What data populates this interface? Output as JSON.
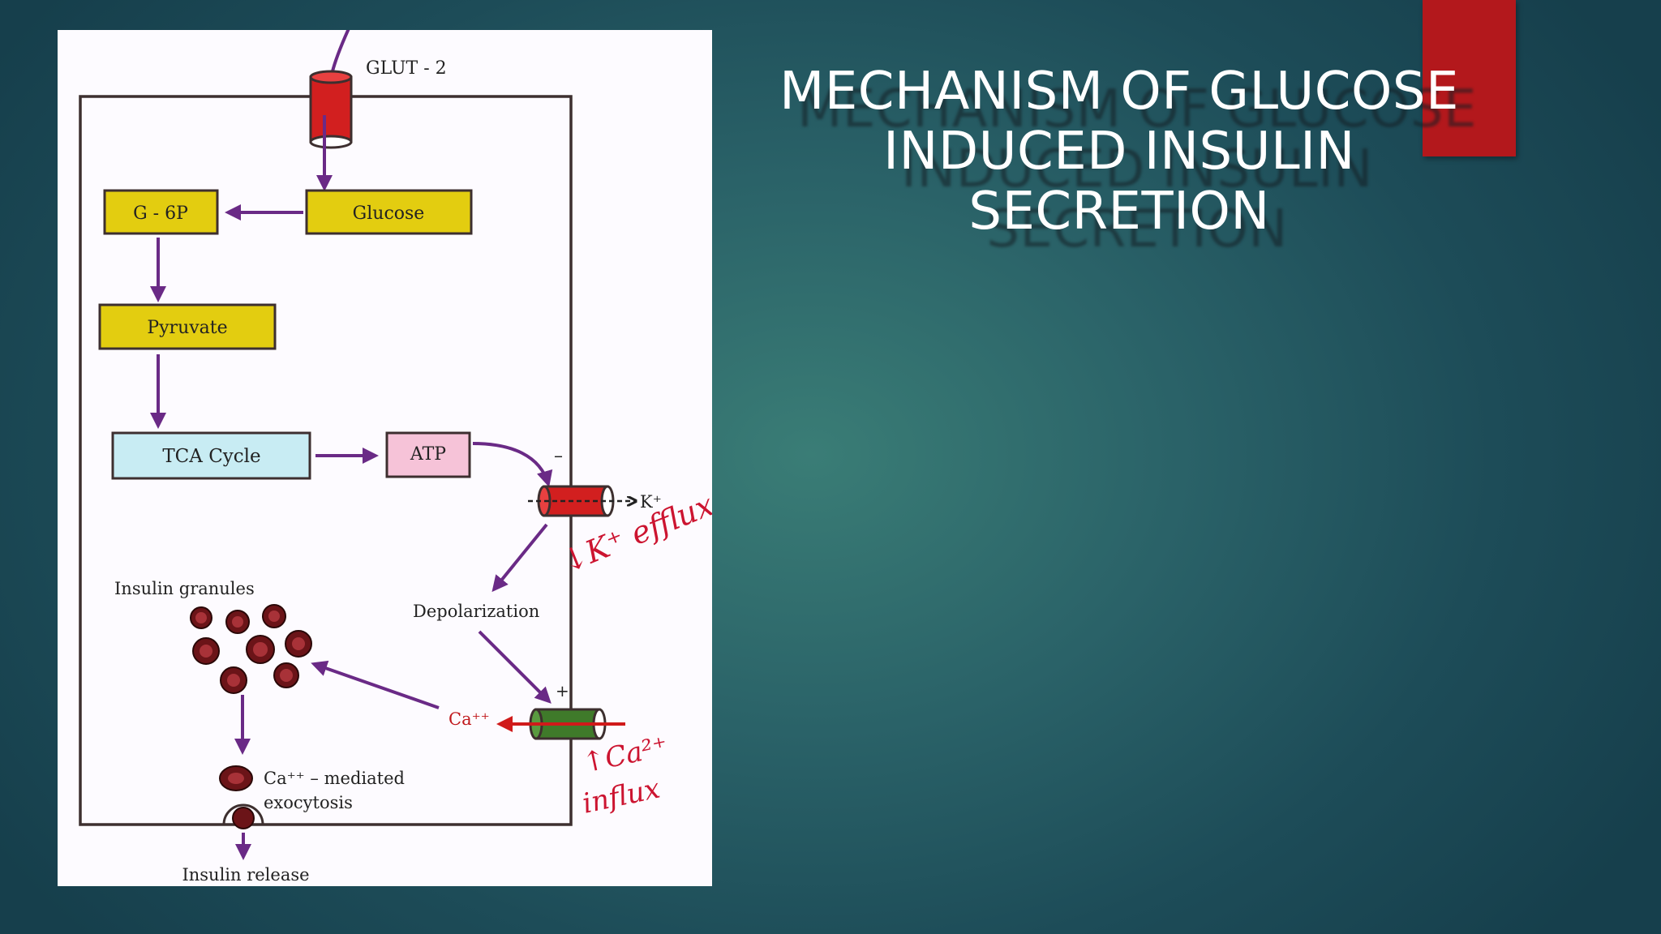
{
  "slide": {
    "title_lines": [
      "MECHANISM OF GLUCOSE",
      "INDUCED INSULIN",
      "SECRETION"
    ],
    "colors": {
      "background": "#1f5560",
      "accent": "#b3181c",
      "title": "#ffffff",
      "arrow": "#6a2a86",
      "box_yellow": "#e3cd10",
      "box_blue": "#c8ecf3",
      "box_pink": "#f6c3d8",
      "channel_red": "#d21f1f",
      "channel_green": "#3f7a2a",
      "annotation_red": "#cc1430"
    }
  },
  "diagram": {
    "glut_label": "GLUT - 2",
    "boxes": {
      "g6p": "G - 6P",
      "glucose": "Glucose",
      "pyruvate": "Pyruvate",
      "tca": "TCA Cycle",
      "atp": "ATP"
    },
    "k_channel_sign": "–",
    "k_label": "K⁺",
    "ca_channel_sign": "+",
    "ca_label": "Ca⁺⁺",
    "insulin_granules": "Insulin granules",
    "depolarization": "Depolarization",
    "exocytosis_line1": "Ca⁺⁺ – mediated",
    "exocytosis_line2": "exocytosis",
    "insulin_release": "Insulin release",
    "handwritten_k": "↓K⁺ efflux",
    "handwritten_ca1": "↑Ca²⁺",
    "handwritten_ca2": "influx"
  }
}
